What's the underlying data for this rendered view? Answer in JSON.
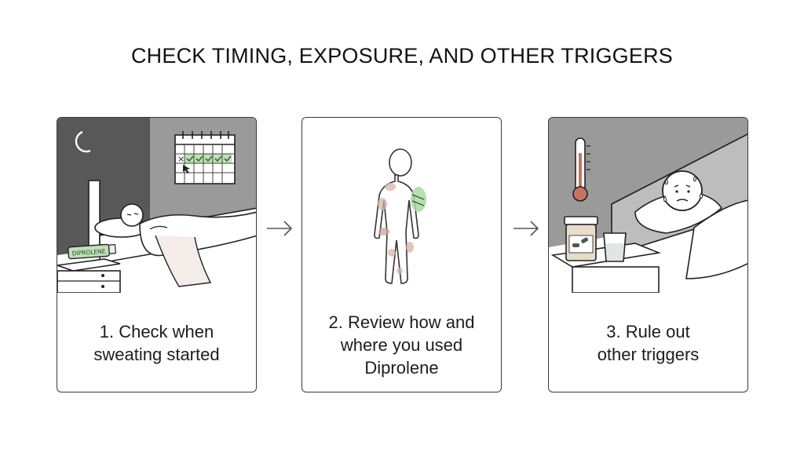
{
  "title": "CHECK TIMING, EXPOSURE, AND OTHER TRIGGERS",
  "steps": [
    {
      "caption_lines": [
        "1. Check when",
        "sweating started"
      ],
      "tube_label": "DIPROLENE",
      "icons": [
        "moon-icon",
        "calendar-icon",
        "bed-icon",
        "cream-tube-icon"
      ]
    },
    {
      "caption_lines": [
        "2. Review how and",
        "where you used",
        "Diprolene"
      ],
      "icons": [
        "body-outline-icon",
        "bandage-icon"
      ]
    },
    {
      "caption_lines": [
        "3. Rule out",
        "other triggers"
      ],
      "icons": [
        "thermometer-icon",
        "pill-bottle-icon",
        "water-glass-icon",
        "sweating-face-icon"
      ]
    }
  ],
  "colors": {
    "dark_wall": "#5a5a5a",
    "check_green": "#bfe0b8",
    "skin_patch": "#d9b3a6",
    "green_patch": "#a8d9a0",
    "thermo_red": "#c8735f"
  }
}
